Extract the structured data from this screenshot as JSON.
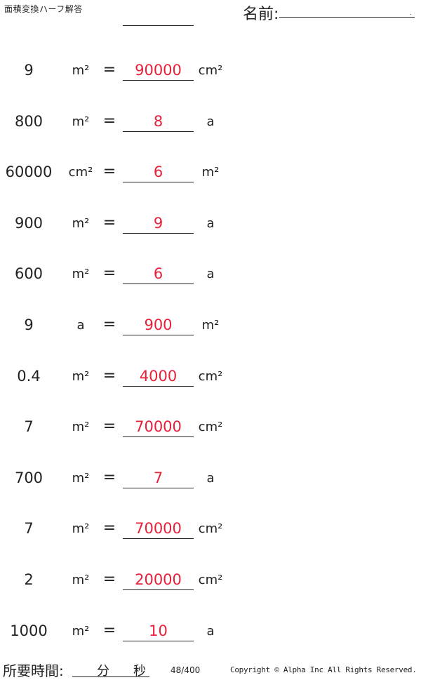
{
  "header": {
    "title": "面積変換ハーフ解答",
    "name_label": "名前:",
    "name_dot": "."
  },
  "problems": [
    {
      "value": "9",
      "from_unit": "m²",
      "eq": "=",
      "answer": "90000",
      "to_unit": "cm²"
    },
    {
      "value": "800",
      "from_unit": "m²",
      "eq": "=",
      "answer": "8",
      "to_unit": "a"
    },
    {
      "value": "60000",
      "from_unit": "cm²",
      "eq": "=",
      "answer": "6",
      "to_unit": "m²"
    },
    {
      "value": "900",
      "from_unit": "m²",
      "eq": "=",
      "answer": "9",
      "to_unit": "a"
    },
    {
      "value": "600",
      "from_unit": "m²",
      "eq": "=",
      "answer": "6",
      "to_unit": "a"
    },
    {
      "value": "9",
      "from_unit": "a",
      "eq": "=",
      "answer": "900",
      "to_unit": "m²"
    },
    {
      "value": "0.4",
      "from_unit": "m²",
      "eq": "=",
      "answer": "4000",
      "to_unit": "cm²"
    },
    {
      "value": "7",
      "from_unit": "m²",
      "eq": "=",
      "answer": "70000",
      "to_unit": "cm²"
    },
    {
      "value": "700",
      "from_unit": "m²",
      "eq": "=",
      "answer": "7",
      "to_unit": "a"
    },
    {
      "value": "7",
      "from_unit": "m²",
      "eq": "=",
      "answer": "70000",
      "to_unit": "cm²"
    },
    {
      "value": "2",
      "from_unit": "m²",
      "eq": "=",
      "answer": "20000",
      "to_unit": "cm²"
    },
    {
      "value": "1000",
      "from_unit": "m²",
      "eq": "=",
      "answer": "10",
      "to_unit": "a"
    }
  ],
  "footer": {
    "time_label": "所要時間:",
    "minutes_label": "分",
    "seconds_label": "秒",
    "page_number": "48/400",
    "copyright": "Copyright © Alpha Inc All Rights Reserved."
  },
  "colors": {
    "answer": "#e8203a",
    "text": "#222222"
  }
}
